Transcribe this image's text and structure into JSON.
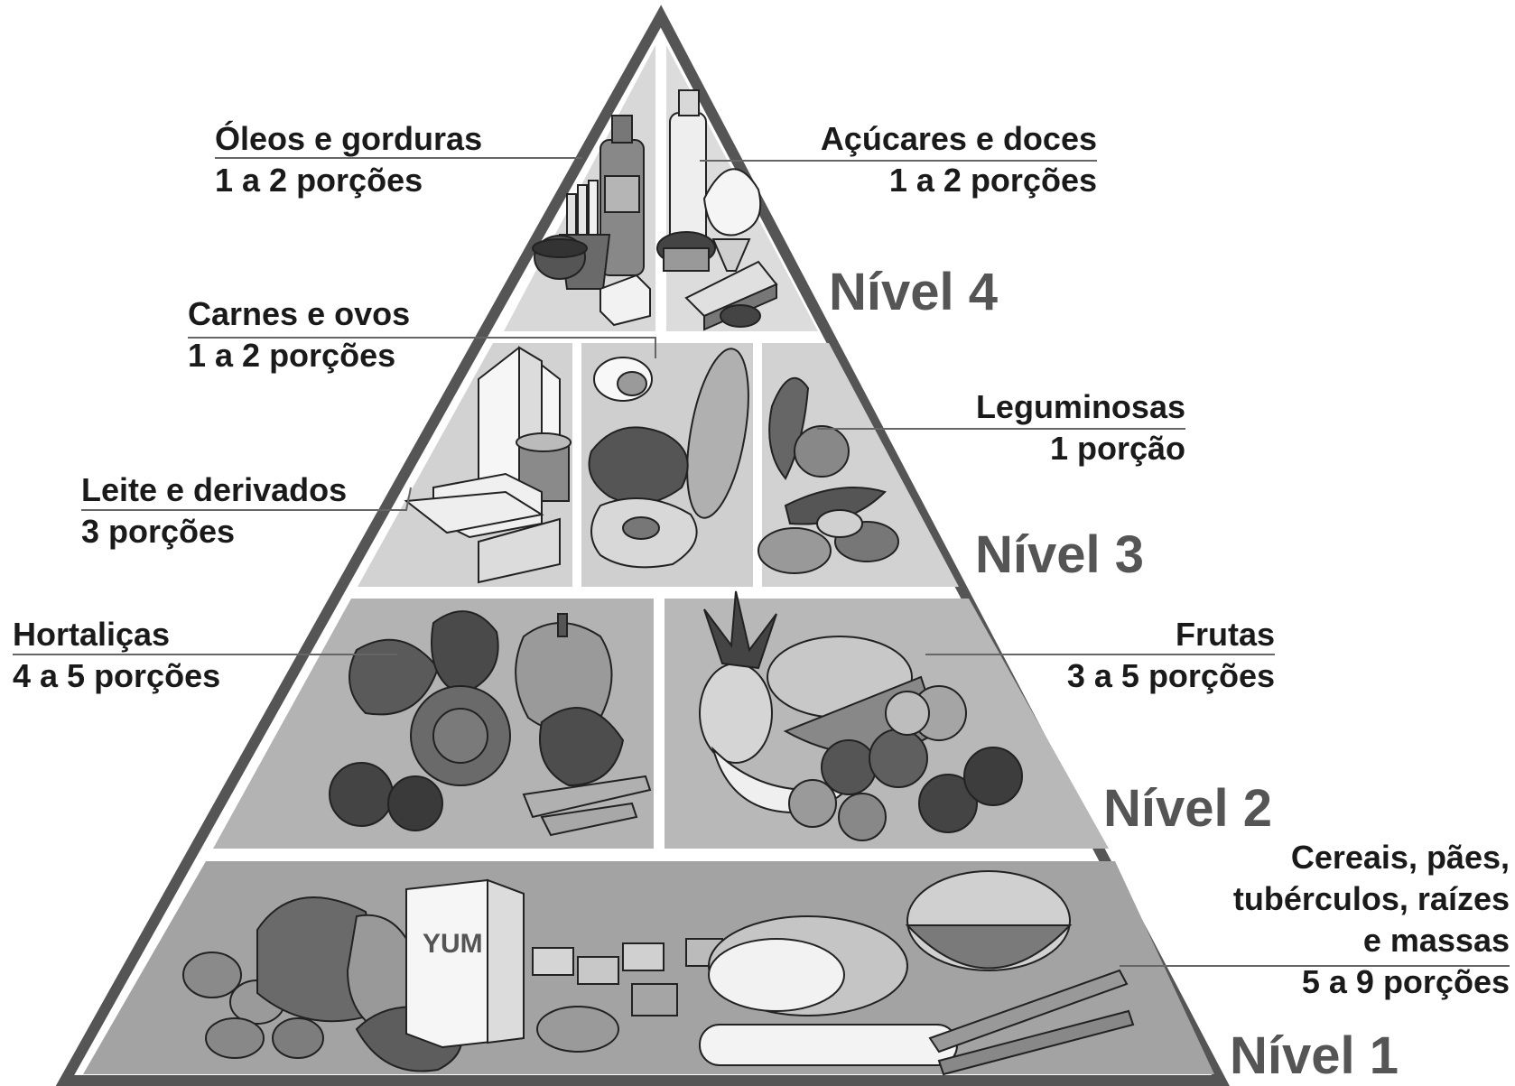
{
  "levels": {
    "level4": "Nível 4",
    "level3": "Nível 3",
    "level2": "Nível 2",
    "level1": "Nível 1"
  },
  "groups": {
    "oleos": {
      "name": "Óleos e gorduras",
      "portions": "1 a 2 porções"
    },
    "acucares": {
      "name": "Açúcares e doces",
      "portions": "1 a 2 porções"
    },
    "carnes": {
      "name": "Carnes e ovos",
      "portions": "1 a 2 porções"
    },
    "leguminosas": {
      "name": "Leguminosas",
      "portions": "1 porção"
    },
    "leite": {
      "name": "Leite e derivados",
      "portions": "3 porções"
    },
    "hortalicas": {
      "name": "Hortaliças",
      "portions": "4 a 5 porções"
    },
    "frutas": {
      "name": "Frutas",
      "portions": "3 a 5 porções"
    },
    "cereais": {
      "line1": "Cereais, pães,",
      "line2": "tubérculos, raízes",
      "line3": "e massas",
      "portions": "5 a 9 porções"
    },
    "cereal_box_text": "YUM"
  },
  "colors": {
    "outline": "#555555",
    "tier4": "#d8d8d8",
    "tier3": "#cfcfcf",
    "tier2": "#b3b3b3",
    "tier1": "#a3a3a3",
    "level_text": "#555555",
    "label_text": "#1a1a1a"
  }
}
